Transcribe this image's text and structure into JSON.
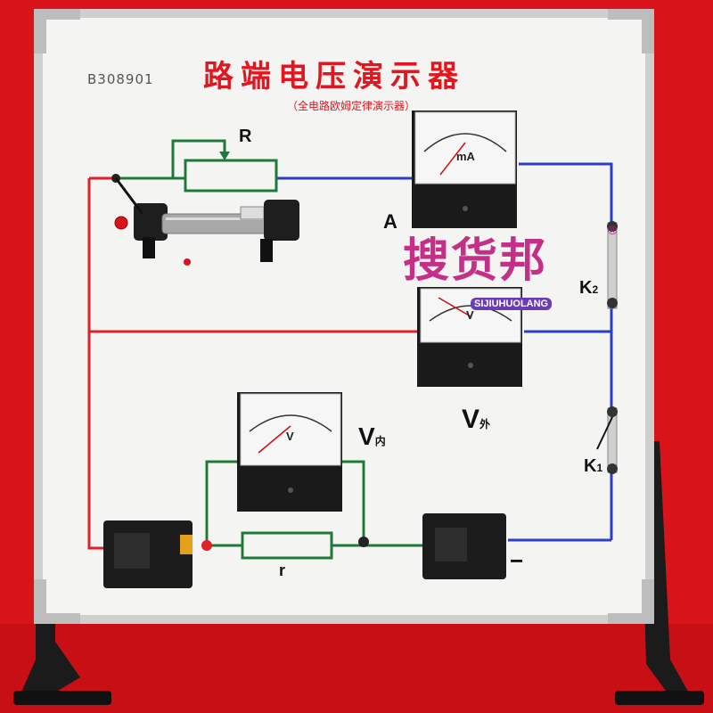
{
  "board": {
    "model_code": "B308901",
    "title": "路端电压演示器",
    "subtitle": "（全电路欧姆定律演示器）"
  },
  "labels": {
    "rheostat": "R",
    "ammeter": "A",
    "resistor": "r",
    "voltmeter_inner": "V",
    "voltmeter_inner_sub": "内",
    "voltmeter_outer": "V",
    "voltmeter_outer_sub": "外",
    "switch_2": "K",
    "switch_2_sub": "2",
    "switch_1": "K",
    "switch_1_sub": "1",
    "minus_terminal": "−"
  },
  "meters": {
    "ammeter_unit": "mA",
    "voltmeter_outer_unit": "V",
    "voltmeter_inner_unit": "V"
  },
  "watermark": {
    "cn": "搜货邦",
    "en": "SIJIUHUOLANG",
    "reg": "®"
  },
  "colors": {
    "background": "#d8141a",
    "board": "#f4f4f2",
    "wire_red": "#e0202a",
    "wire_blue": "#2b3ec4",
    "wire_green": "#1f7a3a",
    "frame": "#c9c9c9"
  }
}
